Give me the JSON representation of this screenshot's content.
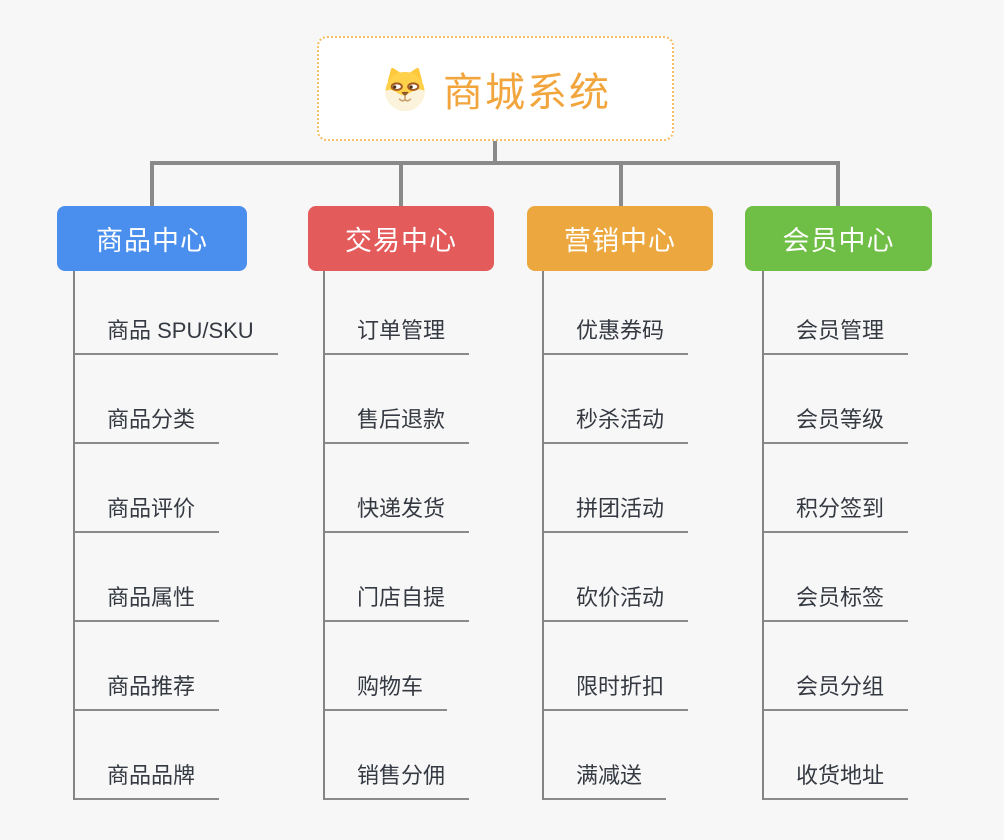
{
  "background_color": "#f7f7f7",
  "connector_color": "#8a8a8a",
  "root": {
    "title": "商城系统",
    "icon": "dog-face-icon",
    "text_color": "#f2a53c",
    "border_color": "#f6bd64"
  },
  "branches": [
    {
      "id": "product-center",
      "label": "商品中心",
      "color": "#4a8fee",
      "children": [
        "商品 SPU/SKU",
        "商品分类",
        "商品评价",
        "商品属性",
        "商品推荐",
        "商品品牌"
      ]
    },
    {
      "id": "trade-center",
      "label": "交易中心",
      "color": "#e45b5b",
      "children": [
        "订单管理",
        "售后退款",
        "快递发货",
        "门店自提",
        "购物车",
        "销售分佣"
      ]
    },
    {
      "id": "marketing-center",
      "label": "营销中心",
      "color": "#eca83f",
      "children": [
        "优惠券码",
        "秒杀活动",
        "拼团活动",
        "砍价活动",
        "限时折扣",
        "满减送"
      ]
    },
    {
      "id": "member-center",
      "label": "会员中心",
      "color": "#6fbe45",
      "children": [
        "会员管理",
        "会员等级",
        "积分签到",
        "会员标签",
        "会员分组",
        "收货地址"
      ]
    }
  ]
}
